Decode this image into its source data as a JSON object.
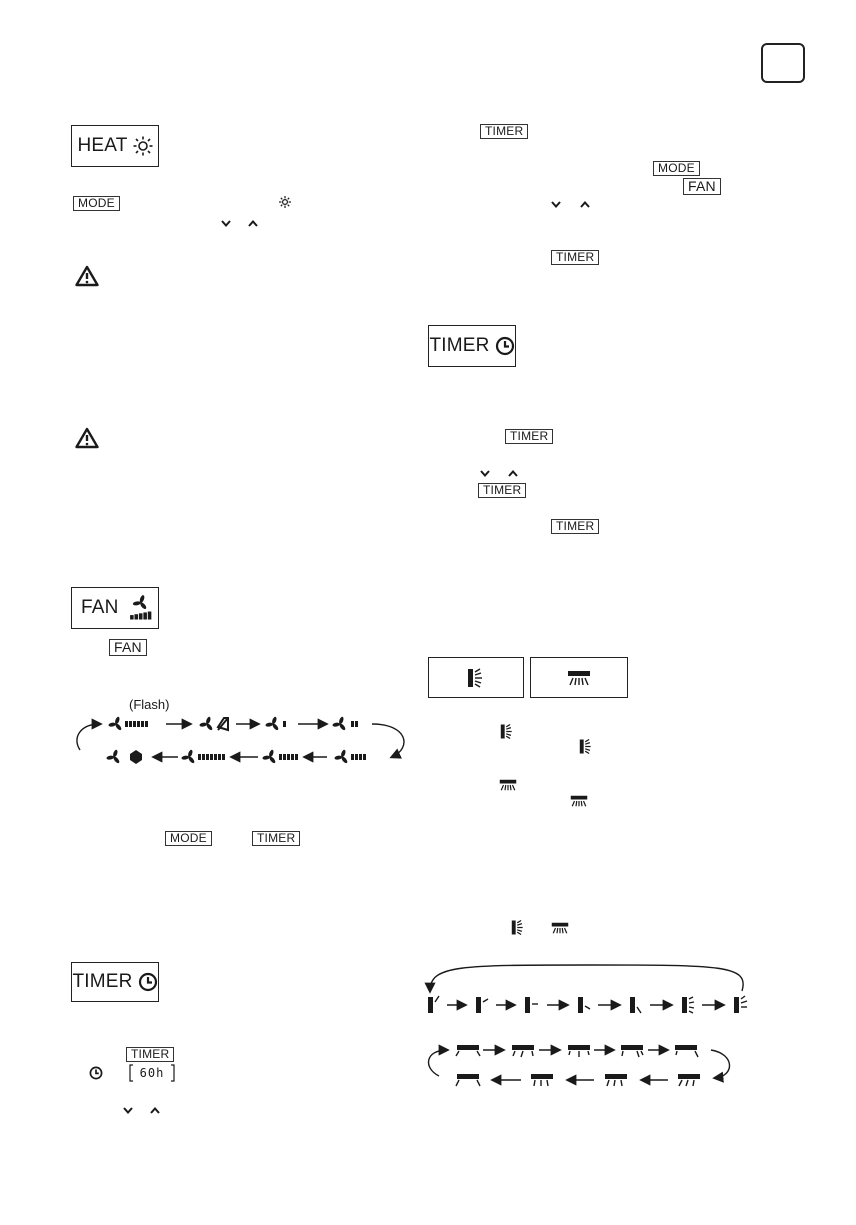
{
  "page": {
    "heat_label": "HEAT",
    "fan_label": "FAN",
    "timer_label": "TIMER",
    "mode_tag": "MODE",
    "fan_tag": "FAN",
    "timer_tag": "TIMER",
    "flash_label": "(Flash)",
    "timer_display": "60h"
  },
  "icons": {
    "accent": "#1a1a1a"
  }
}
